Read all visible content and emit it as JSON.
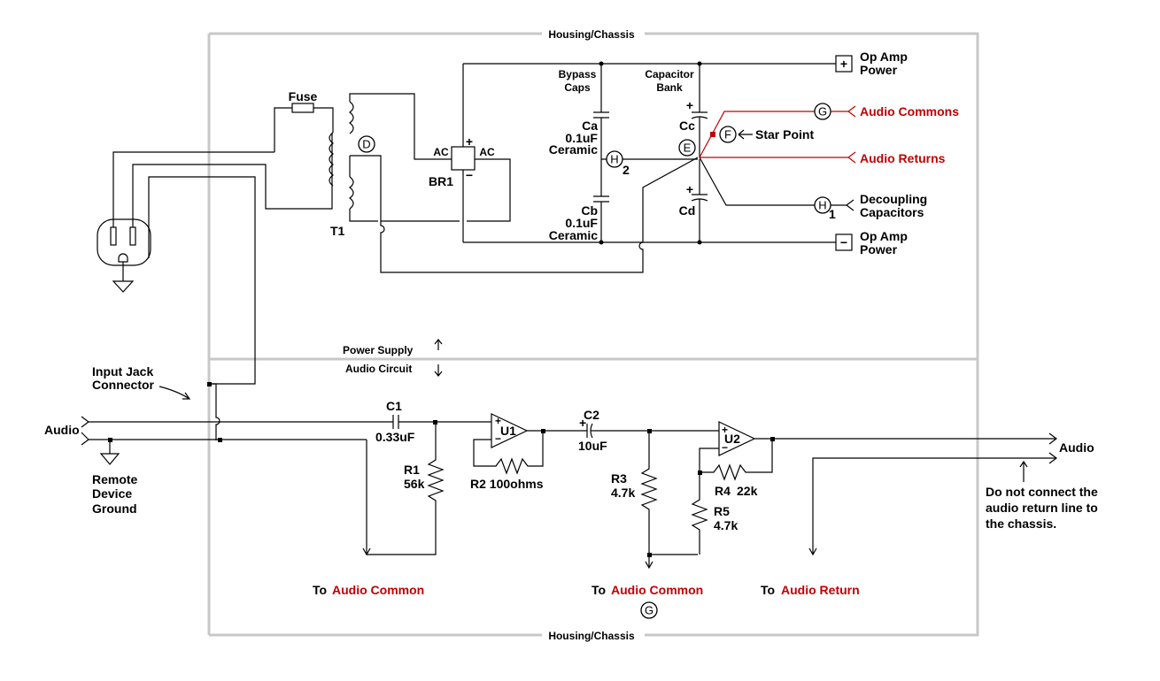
{
  "chassis": {
    "top_label": "Housing/Chassis",
    "bottom_label": "Housing/Chassis"
  },
  "section": {
    "power_supply": "Power Supply",
    "audio_circuit": "Audio Circuit"
  },
  "labels": {
    "fuse": "Fuse",
    "t1": "T1",
    "br1": "BR1",
    "ac_left": "AC",
    "ac_right": "AC",
    "plus": "+",
    "minus": "−",
    "bypass_caps_1": "Bypass",
    "bypass_caps_2": "Caps",
    "cap_bank_1": "Capacitor",
    "cap_bank_2": "Bank",
    "ca": "Ca",
    "ca_val": "0.1uF",
    "ca_type": "Ceramic",
    "cb": "Cb",
    "cb_val": "0.1uF",
    "cb_type": "Ceramic",
    "cc": "Cc",
    "cd": "Cd",
    "op_amp_pos_1": "Op Amp",
    "op_amp_pos_2": "Power",
    "op_amp_neg_1": "Op Amp",
    "op_amp_neg_2": "Power",
    "audio_commons": "Audio Commons",
    "audio_returns": "Audio Returns",
    "star_point": "Star Point",
    "decoupling_1": "Decoupling",
    "decoupling_2": "Capacitors",
    "input_jack_1": "Input Jack",
    "input_jack_2": "Connector",
    "audio_in": "Audio",
    "audio_out": "Audio",
    "remote_1": "Remote",
    "remote_2": "Device",
    "remote_3": "Ground",
    "c1": "C1",
    "c1_val": "0.33uF",
    "r1": "R1",
    "r1_val": "56k",
    "u1": "U1",
    "r2": "R2 100ohms",
    "c2": "C2",
    "c2_val": "10uF",
    "r3": "R3",
    "r3_val": "4.7k",
    "u2": "U2",
    "r4": "R4",
    "r4_val": "22k",
    "r5": "R5",
    "r5_val": "4.7k",
    "to_1": "To",
    "to_1_red": "Audio Common",
    "to_2": "To",
    "to_2_red": "Audio Common",
    "to_3": "To",
    "to_3_red": "Audio Return",
    "note_1": "Do not connect the",
    "note_2": "audio return line to",
    "note_3": "the chassis.",
    "node_d": "D",
    "node_e": "E",
    "node_f": "F",
    "node_g_top": "G",
    "node_g_bottom": "G",
    "node_h": "H",
    "node_h_sub": "2",
    "node_h1": "H",
    "node_h1_sub": "1",
    "u_plus": "+",
    "u_minus": "−"
  },
  "colors": {
    "highlight": "#c00000",
    "chassis": "#c8c8c8"
  }
}
